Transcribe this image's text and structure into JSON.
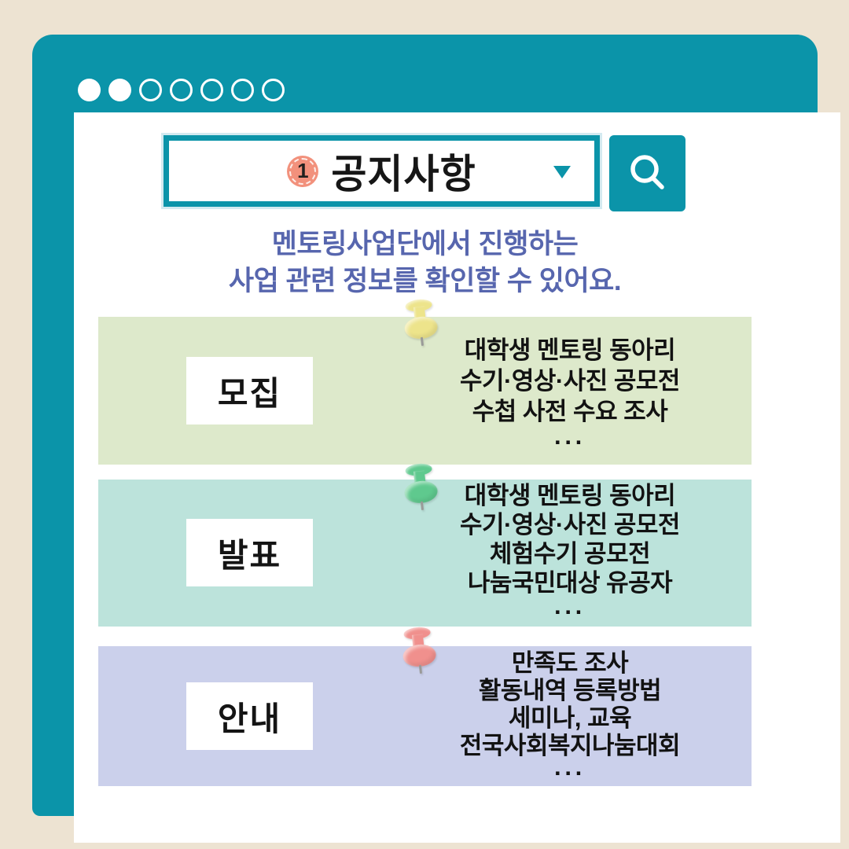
{
  "window": {
    "dots": [
      "filled",
      "filled",
      "outline",
      "outline",
      "outline",
      "outline",
      "outline"
    ],
    "frame_color": "#0B94A9",
    "page_background": "#EDE3D2"
  },
  "search": {
    "badge_number": "1",
    "title": "공지사항",
    "dropdown_icon": "chevron-down",
    "button_icon": "magnifier",
    "badge_color": "#F2917C"
  },
  "subtitle": {
    "line1": "멘토링사업단에서 진행하는",
    "line2": "사업 관련 정보를 확인할 수 있어요.",
    "text_color": "#5766AE"
  },
  "sections": [
    {
      "label": "모집",
      "bg": "#DDE9CB",
      "pin_color": "#EDE48B",
      "items": [
        "대학생 멘토링 동아리",
        "수기·영상·사진 공모전",
        "수첩 사전 수요 조사"
      ],
      "ellipsis": "···"
    },
    {
      "label": "발표",
      "bg": "#BCE3DB",
      "pin_color": "#5FC98E",
      "items": [
        "대학생 멘토링 동아리",
        "수기·영상·사진 공모전",
        "체험수기 공모전",
        "나눔국민대상 유공자"
      ],
      "ellipsis": "···"
    },
    {
      "label": "안내",
      "bg": "#CBD0EB",
      "pin_color": "#F0908D",
      "items": [
        "만족도 조사",
        "활동내역 등록방법",
        "세미나, 교육",
        "전국사회복지나눔대회"
      ],
      "ellipsis": "···"
    }
  ]
}
